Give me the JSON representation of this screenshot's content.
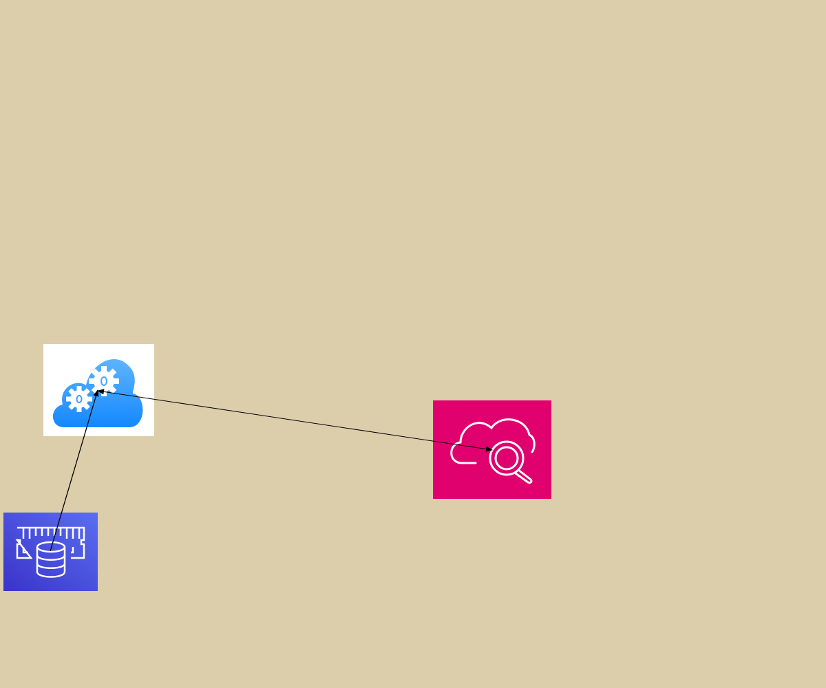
{
  "diagram": {
    "background_color": "#dccdab",
    "nodes": [
      {
        "id": "cloud-config",
        "icon": "cloud-gears-icon",
        "color": "#1e90ff",
        "background": "#ffffff"
      },
      {
        "id": "cloud-search",
        "icon": "cloud-search-icon",
        "color": "#ffffff",
        "background": "#e0006e"
      },
      {
        "id": "database",
        "icon": "memory-database-icon",
        "color": "#ffffff",
        "background": "#4e5fe6"
      }
    ],
    "edges": [
      {
        "from": "database",
        "to": "cloud-config",
        "arrow": "end"
      },
      {
        "from": "cloud-config",
        "to": "cloud-search",
        "arrow": "both"
      }
    ]
  }
}
